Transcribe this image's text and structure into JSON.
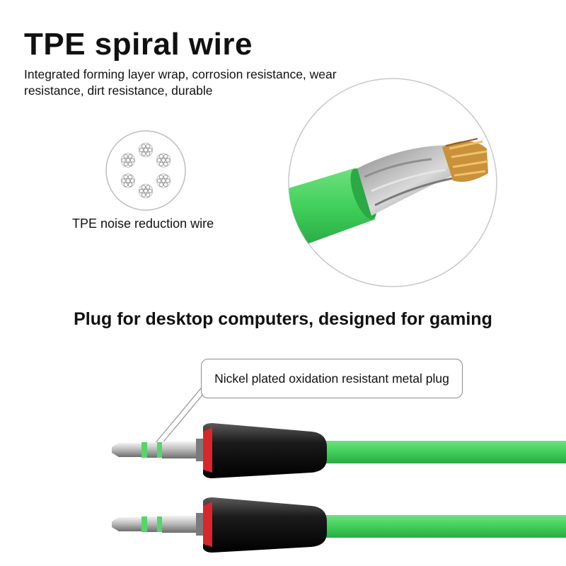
{
  "header": {
    "title": "TPE spiral wire",
    "subtitle": "Integrated forming layer wrap, corrosion resistance, wear resistance, dirt resistance, durable"
  },
  "cross_section": {
    "label": "TPE noise reduction wire",
    "icon": "wire-cross-section-icon"
  },
  "magnifier": {
    "icon": "cable-closeup-icon"
  },
  "plug_section": {
    "heading": "Plug for desktop computers, designed for gaming",
    "callout": "Nickel plated oxidation resistant metal plug",
    "icon": "audio-plug-icon"
  },
  "colors": {
    "cable_green": "#3fcf5a",
    "plug_body": "#111111",
    "accent_red": "#d8262b",
    "copper": "#c9913a"
  }
}
